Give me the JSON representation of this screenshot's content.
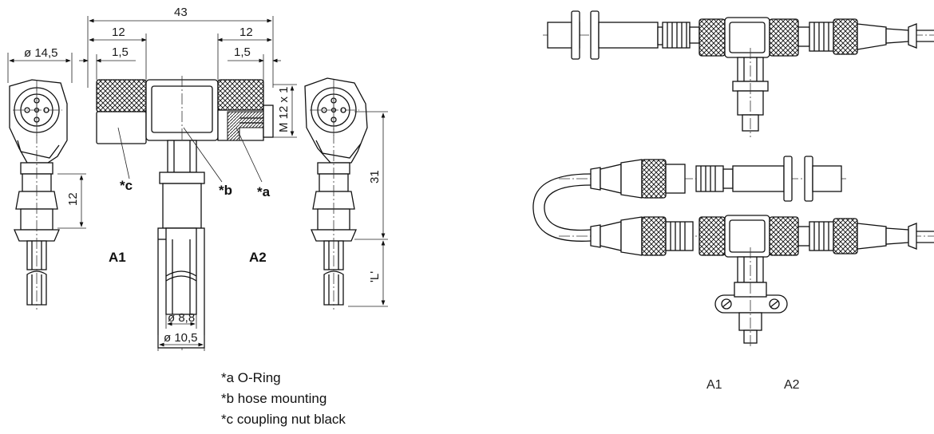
{
  "dimensions": {
    "overall_width": "43",
    "left_nut_width": "12",
    "right_nut_width": "12",
    "left_nut_offset": "1,5",
    "right_nut_offset": "1,5",
    "left_diameter": "ø 14,5",
    "thread": "M 12 x 1",
    "left_height": "12",
    "right_height": "31",
    "length": "'L'",
    "hose_inner": "ø 8,8",
    "hose_outer": "ø 10,5"
  },
  "callouts": {
    "a": "*a",
    "b": "*b",
    "c": "*c"
  },
  "labels": {
    "a1_left": "A1",
    "a2_left": "A2",
    "a1_right": "A1",
    "a2_right": "A2"
  },
  "notes": [
    "*a O-Ring",
    "*b hose mounting",
    "*c coupling nut black"
  ]
}
